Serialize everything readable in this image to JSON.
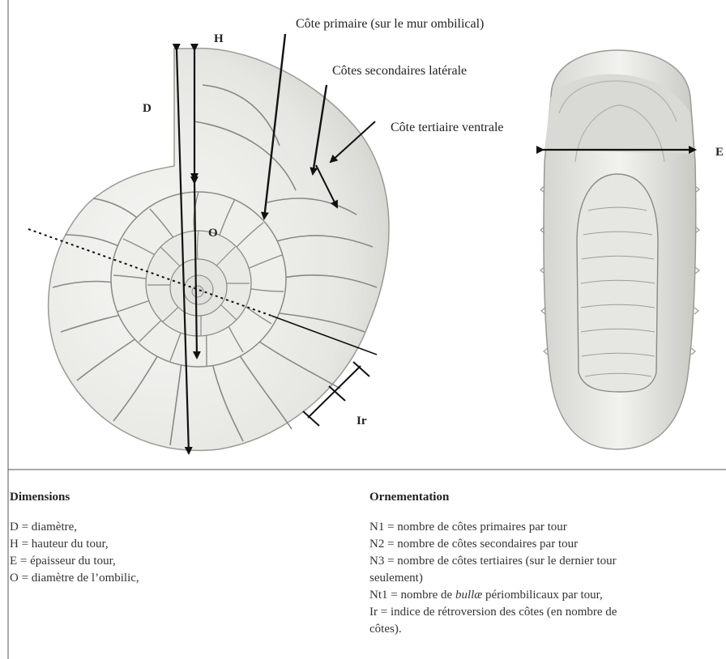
{
  "labels": {
    "H": "H",
    "D": "D",
    "O": "O",
    "E": "E",
    "Ir": "Ir",
    "primary_rib": "Côte primaire (sur le mur ombilical)",
    "secondary_ribs": "Côtes secondaires latérale",
    "tertiary_rib": "Côte tertiaire ventrale"
  },
  "dimensions": {
    "title": "Dimensions",
    "items": [
      "D = diamètre,",
      "H = hauteur du tour,",
      "E = épaisseur du tour,",
      "O = diamètre de l’ombilic,"
    ]
  },
  "ornamentation": {
    "title": "Ornementation",
    "n1": "N1 = nombre de côtes primaires par tour",
    "n2": "N2 = nombre de côtes secondaires par tour",
    "n3": "N3 = nombre de côtes tertiaires (sur le dernier tour seulement)",
    "nt1_before": "Nt1 = nombre de ",
    "nt1_italic": "bullæ",
    "nt1_after": " périombilicaux par tour,",
    "ir": "Ir = indice de rétroversion des côtes (en nombre de côtes)."
  }
}
